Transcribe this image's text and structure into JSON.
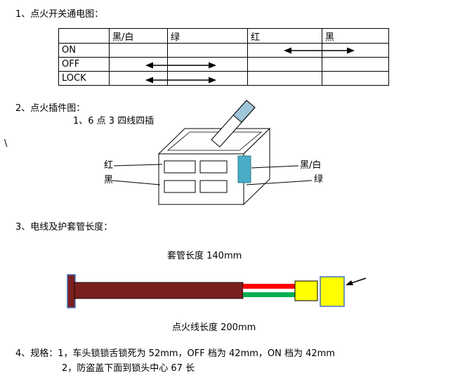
{
  "section1": {
    "title": "1、点火开关通电图：",
    "table": {
      "headers": [
        "黑/白",
        "绿",
        "红",
        "黑"
      ],
      "row_labels": [
        "ON",
        "OFF",
        "LOCK"
      ],
      "connections": [
        {
          "row": "ON",
          "between": [
            "红",
            "黑"
          ]
        },
        {
          "row": "OFF",
          "between": [
            "黑/白",
            "绿"
          ]
        },
        {
          "row": "LOCK",
          "between": [
            "黑/白",
            "绿"
          ]
        }
      ]
    }
  },
  "section2": {
    "title": "2、点火插件图：",
    "note": "1、6 点 3 四线四插",
    "stray_mark": "\\",
    "pin_labels": {
      "left_top": "红",
      "left_bottom": "黑",
      "right_top": "黑/白",
      "right_bottom": "绿"
    }
  },
  "section3": {
    "title": "3、电线及护套管长度：",
    "sleeve_length_label": "套管长度 140mm",
    "wire_length_label": "点火线长度 200mm"
  },
  "section4": {
    "spec_line1": "4、规格：1，车头锁锁舌锁死为 52mm，OFF 档为 42mm，ON 档为 42mm",
    "spec_line2": "2，防盗盖下面到锁头中心 67 长"
  },
  "colors": {
    "tube_dark_red": "#7a1f1f",
    "stripe_red": "#ff0000",
    "stripe_green": "#00b050",
    "connector_yellow": "#ffff00",
    "outline_blue": "#4472c4",
    "teal_block": "#4bacc6",
    "blade_tip_blue": "#9fc5d8",
    "arrow_black": "#000000"
  }
}
